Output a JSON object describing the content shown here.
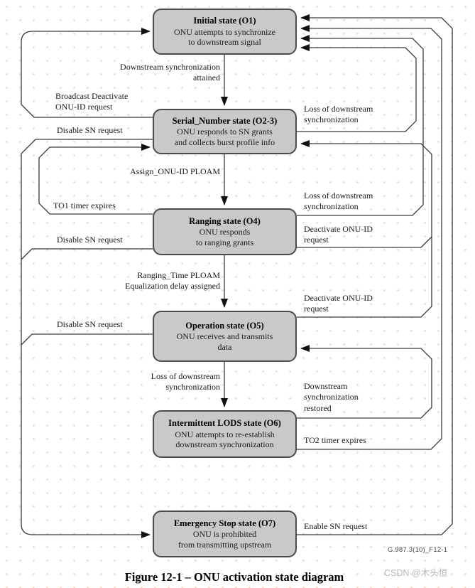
{
  "diagram": {
    "states": [
      {
        "id": "O1",
        "title": "Initial state (O1)",
        "body": "ONU attempts to synchronize\nto downstream signal"
      },
      {
        "id": "O23",
        "title": "Serial_Number state (O2-3)",
        "body": "ONU responds to SN grants\nand collects burst profile info"
      },
      {
        "id": "O4",
        "title": "Ranging state (O4)",
        "body": "ONU responds\nto ranging grants"
      },
      {
        "id": "O5",
        "title": "Operation state (O5)",
        "body": "ONU receives and transmits\ndata"
      },
      {
        "id": "O6",
        "title": "Intermittent LODS state (O6)",
        "body": "ONU attempts to re-establish\ndownstream synchronization"
      },
      {
        "id": "O7",
        "title": "Emergency Stop state (O7)",
        "body": "ONU is prohibited\nfrom transmitting upstream"
      }
    ],
    "labels": {
      "ds_sync_attained": "Downstream synchronization\nattained",
      "broadcast_deactivate": "Broadcast Deactivate\nONU-ID request",
      "disable_sn_1": "Disable SN request",
      "assign_onu_id": "Assign_ONU-ID PLOAM",
      "to1_expires": "TO1 timer expires",
      "disable_sn_2": "Disable SN request",
      "ranging_time": "Ranging_Time PLOAM\nEqualization delay assigned",
      "disable_sn_3": "Disable SN request",
      "lods_center": "Loss of downstream\nsynchronization",
      "lods_o23": "Loss of downstream\nsynchronization",
      "lods_o4": "Loss of downstream\nsynchronization",
      "deactivate_o4": "Deactivate ONU-ID\nrequest",
      "deactivate_o5": "Deactivate ONU-ID\nrequest",
      "restored": "Downstream\nsynchronization\nrestored",
      "to2_expires": "TO2 timer expires",
      "enable_sn": "Enable SN request"
    },
    "figure_id": "G.987.3(10)_F12-1",
    "caption": "Figure 12-1 – ONU activation state diagram",
    "watermark": "CSDN @木头恒",
    "colors": {
      "box_fill": "#c9c9c9",
      "box_border": "#4b4b4b",
      "line": "#3a3a3a",
      "arrow": "#111111"
    }
  }
}
